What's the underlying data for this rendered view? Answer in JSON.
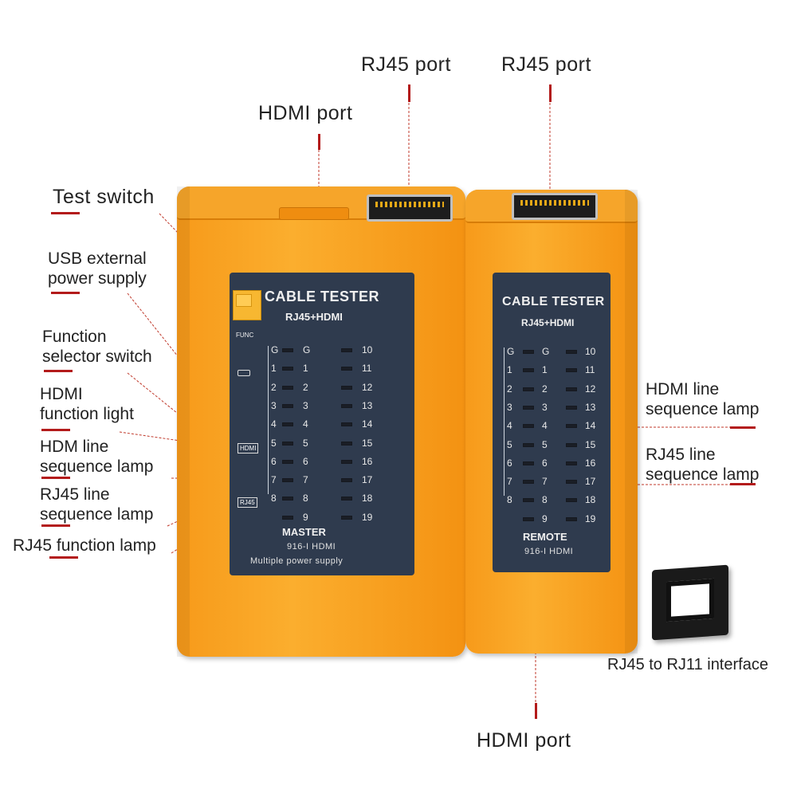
{
  "callouts": {
    "test_switch": "Test switch",
    "usb_power": [
      "USB external",
      "power supply"
    ],
    "function_selector": [
      "Function",
      "selector switch"
    ],
    "hdmi_function_light": [
      "HDMI",
      "function light"
    ],
    "hdm_line_sequence_lamp": [
      "HDM line",
      "sequence lamp"
    ],
    "rj45_line_sequence_lamp_left": [
      "RJ45 line",
      "sequence lamp"
    ],
    "rj45_function_lamp": "RJ45 function lamp",
    "hdmi_port_top": "HDMI port",
    "rj45_port_master": "RJ45 port",
    "rj45_port_remote": "RJ45 port",
    "hdmi_line_sequence_lamp_right": [
      "HDMI line",
      "sequence lamp"
    ],
    "rj45_line_sequence_lamp_right": [
      "RJ45 line",
      "sequence lamp"
    ],
    "rj45_to_rj11": "RJ45 to RJ11 interface",
    "hdmi_port_bottom": "HDMI port"
  },
  "master": {
    "title": "CABLE TESTER",
    "subtitle": "RJ45+HDMI",
    "func_label": "FUNC",
    "hdmi_badge": "HDMI",
    "rj45_badge": "RJ45",
    "name": "MASTER",
    "model": "916-I HDMI",
    "note": "Multiple power supply"
  },
  "remote": {
    "title": "CABLE TESTER",
    "subtitle": "RJ45+HDMI",
    "name": "REMOTE",
    "model": "916-I HDMI"
  },
  "lamp_rows": [
    {
      "left": "G",
      "mid": "G",
      "right": "10"
    },
    {
      "left": "1",
      "mid": "1",
      "right": "11"
    },
    {
      "left": "2",
      "mid": "2",
      "right": "12"
    },
    {
      "left": "3",
      "mid": "3",
      "right": "13"
    },
    {
      "left": "4",
      "mid": "4",
      "right": "14"
    },
    {
      "left": "5",
      "mid": "5",
      "right": "15"
    },
    {
      "left": "6",
      "mid": "6",
      "right": "16"
    },
    {
      "left": "7",
      "mid": "7",
      "right": "17"
    },
    {
      "left": "8",
      "mid": "8",
      "right": "18"
    },
    {
      "left": "",
      "mid": "9",
      "right": "19"
    }
  ],
  "colors": {
    "device_orange": "#f9a21f",
    "panel_navy": "#2f3b4e",
    "accent_red": "#b31b1b",
    "leader_red": "#c0392b"
  }
}
